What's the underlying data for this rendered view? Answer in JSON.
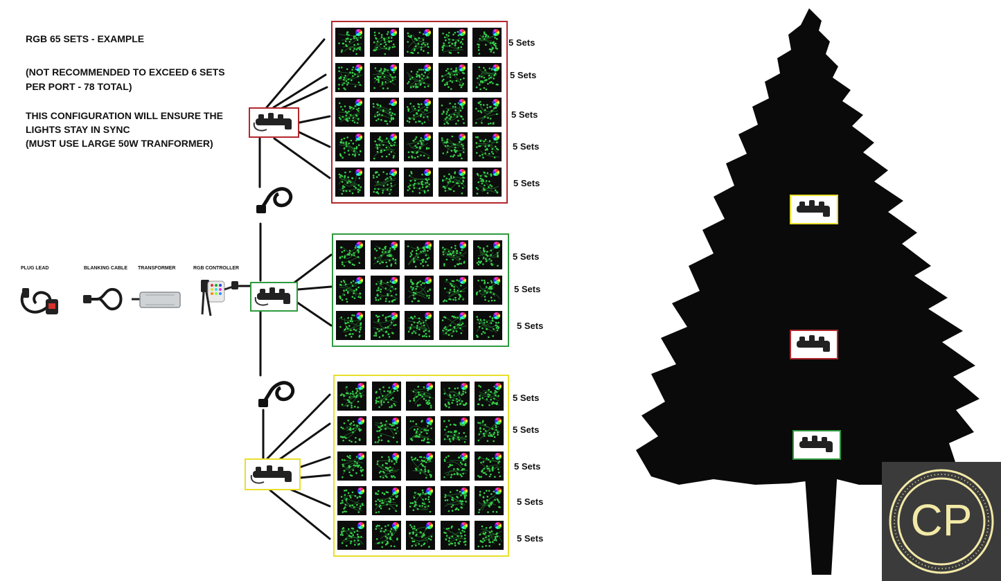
{
  "notes": {
    "title": "RGB 65 SETS - EXAMPLE",
    "warning_line1": "(NOT RECOMMENDED TO EXCEED 6 SETS",
    "warning_line2": "PER PORT - 78 TOTAL)",
    "sync_line1": "THIS CONFIGURATION WILL ENSURE THE",
    "sync_line2": "LIGHTS STAY IN SYNC",
    "sync_line3": "(MUST USE LARGE 50W TRANFORMER)"
  },
  "components": {
    "plug_lead": "PLUG LEAD",
    "blanking_cable": "BLANKING CABLE",
    "transformer": "TRANSFORMER",
    "rgb_controller": "RGB CONTROLLER"
  },
  "groups": [
    {
      "color": "#b3262b",
      "rows": [
        "5 Sets",
        "5 Sets",
        "5 Sets",
        "5 Sets",
        "5 Sets"
      ]
    },
    {
      "color": "#2e9a3e",
      "rows": [
        "5 Sets",
        "5 Sets",
        "5 Sets"
      ]
    },
    {
      "color": "#e8df2a",
      "rows": [
        "5 Sets",
        "5 Sets",
        "5 Sets",
        "5 Sets",
        "5 Sets"
      ]
    }
  ],
  "logo": {
    "text": "CP"
  },
  "colors": {
    "light_green": "#36d14a",
    "tree": "#0a0a0a",
    "logo_bg": "#3b3b3b",
    "logo_gold": "#f2e9a6"
  }
}
